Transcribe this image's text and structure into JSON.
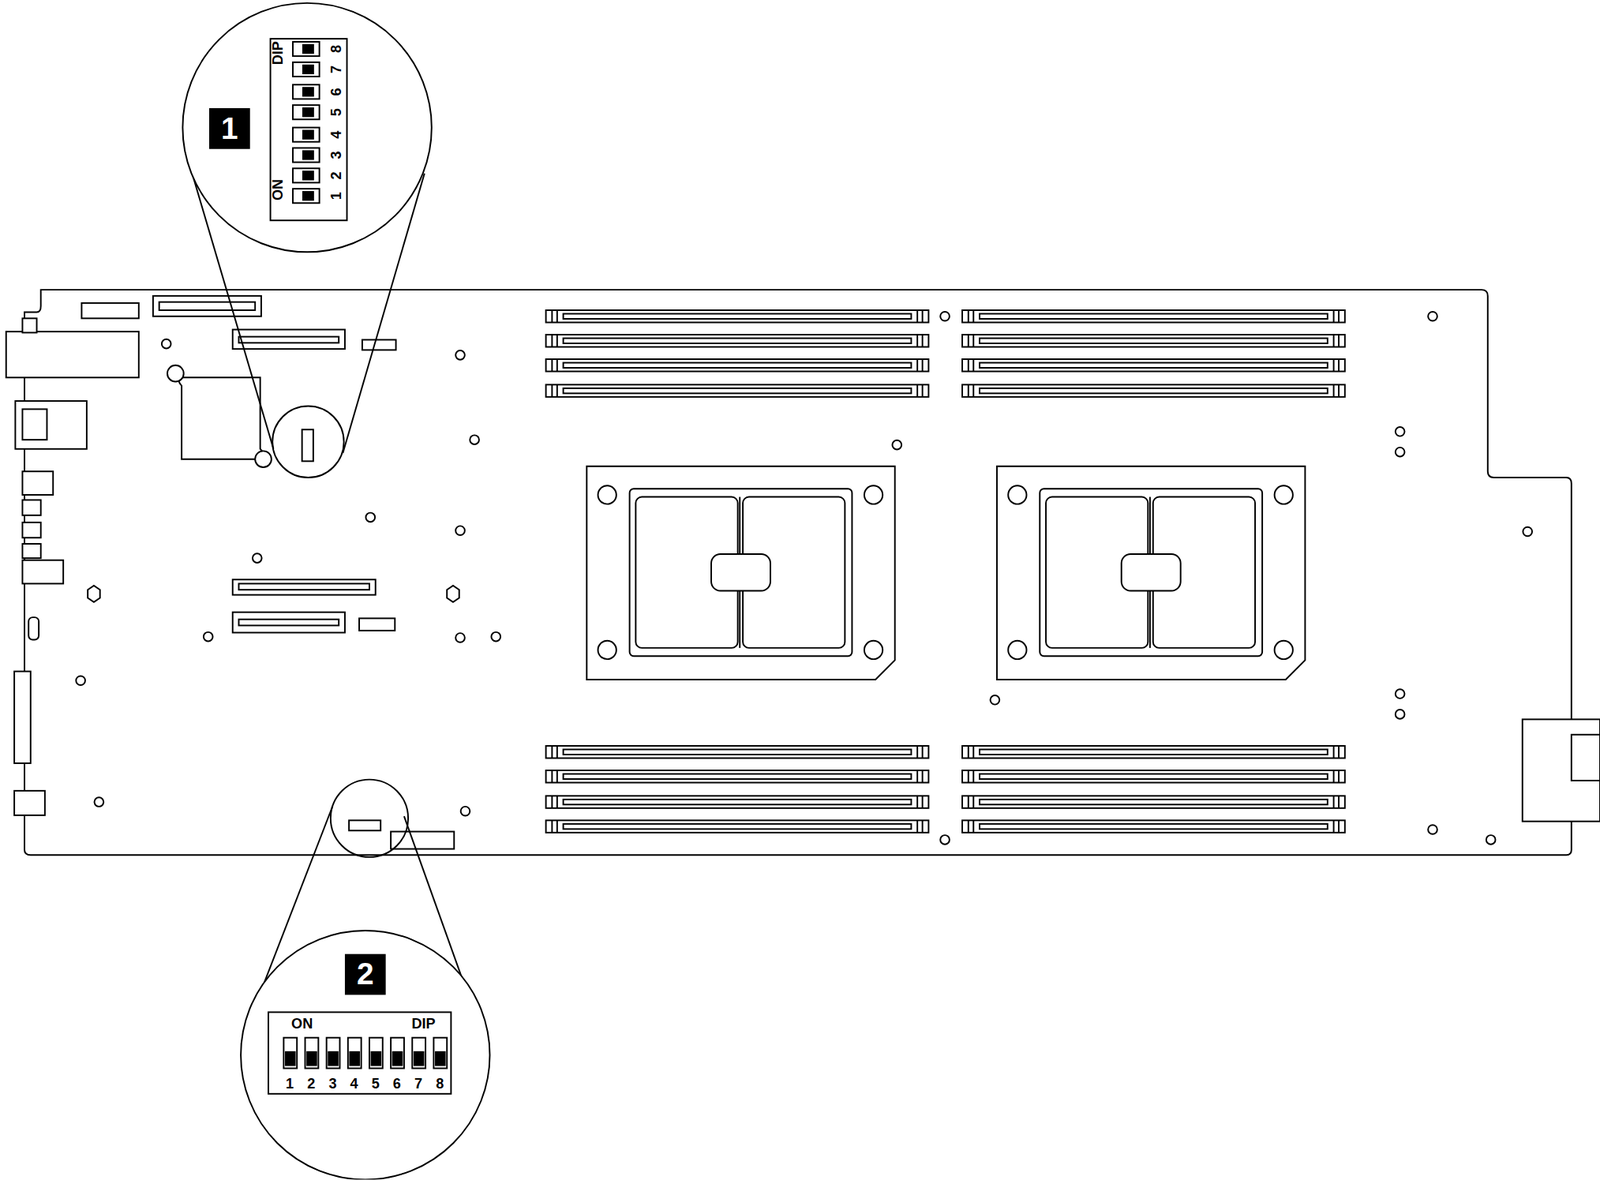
{
  "diagram": {
    "labels": [
      "1",
      "DIP",
      "ON",
      "1",
      "2",
      "3",
      "4",
      "5",
      "6",
      "7",
      "8",
      "2",
      "ON",
      "DIP",
      "1",
      "2",
      "3",
      "4",
      "5",
      "6",
      "7",
      "8"
    ]
  }
}
